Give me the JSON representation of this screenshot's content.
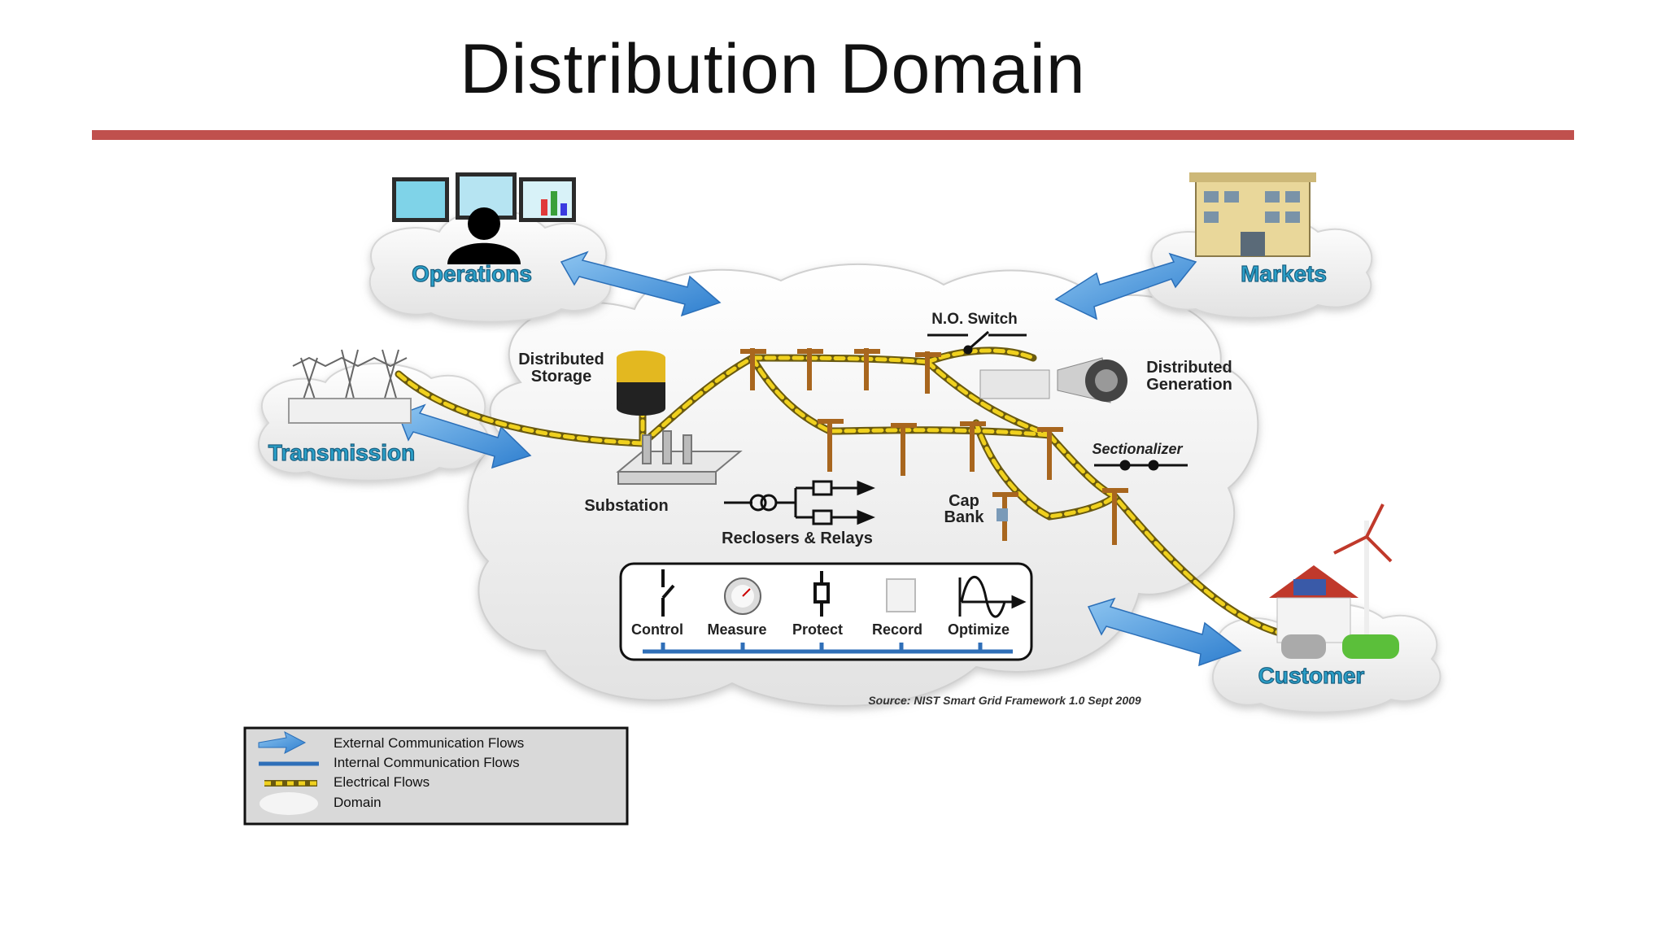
{
  "title": "Distribution Domain",
  "colors": {
    "accent_bar": "#c0504d",
    "domain_text": "#2aa0c9",
    "electrical": "#e6c619",
    "comm_arrow": "#3d8fd6"
  },
  "domains": {
    "operations": "Operations",
    "markets": "Markets",
    "transmission": "Transmission",
    "customer": "Customer"
  },
  "components": {
    "no_switch": "N.O. Switch",
    "distributed_storage_1": "Distributed",
    "distributed_storage_2": "Storage",
    "distributed_generation_1": "Distributed",
    "distributed_generation_2": "Generation",
    "sectionalizer": "Sectionalizer",
    "substation": "Substation",
    "reclosers_relays": "Reclosers & Relays",
    "cap_bank_1": "Cap",
    "cap_bank_2": "Bank"
  },
  "functions": [
    "Control",
    "Measure",
    "Protect",
    "Record",
    "Optimize"
  ],
  "source": "Source: NIST Smart Grid Framework 1.0 Sept 2009",
  "legend": {
    "external": "External Communication Flows",
    "internal": "Internal Communication Flows",
    "electrical": "Electrical Flows",
    "domain": "Domain"
  }
}
